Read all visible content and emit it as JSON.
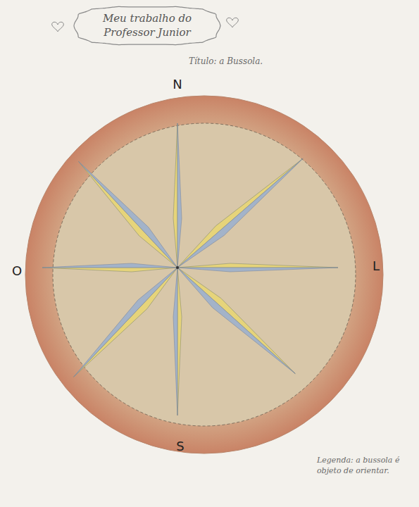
{
  "diagram": {
    "title": "Título: a Bussola.",
    "nodes": [
      {
        "text": [
          "Meu trabalho do Professor Junior"
        ]
      }
    ],
    "labels": [
      "N",
      "O",
      "L",
      "S",
      "Legenda: a bussola é objeto de orientar."
    ]
  }
}
